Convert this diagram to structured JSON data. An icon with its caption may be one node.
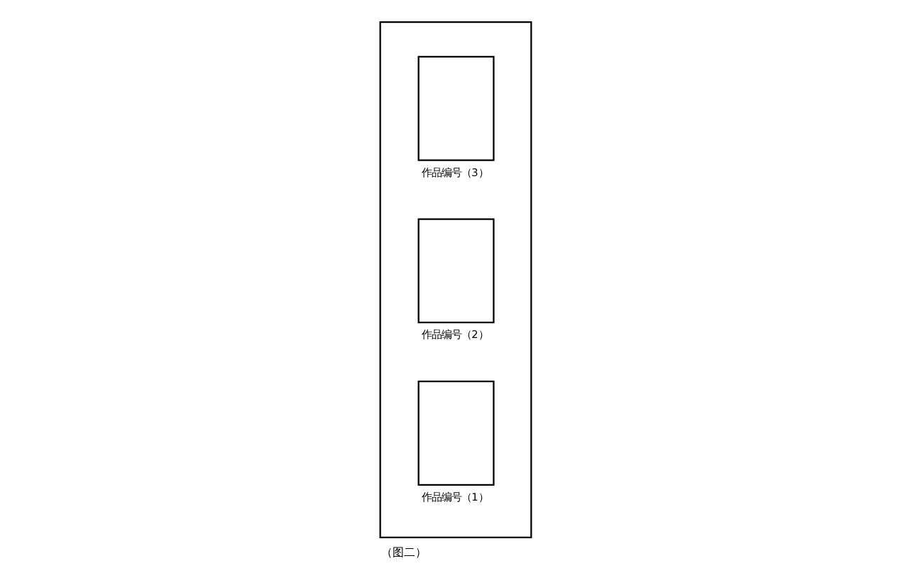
{
  "diagram": {
    "caption": "（图二）",
    "nodes": [
      {
        "text": [],
        "shape": "box"
      },
      {
        "text": [
          "作品编号（1）"
        ],
        "in": 0
      },
      {
        "text": [
          "作品编号（2）"
        ],
        "in": 0
      },
      {
        "text": [
          "作品编号（3）"
        ],
        "in": 0
      }
    ]
  }
}
